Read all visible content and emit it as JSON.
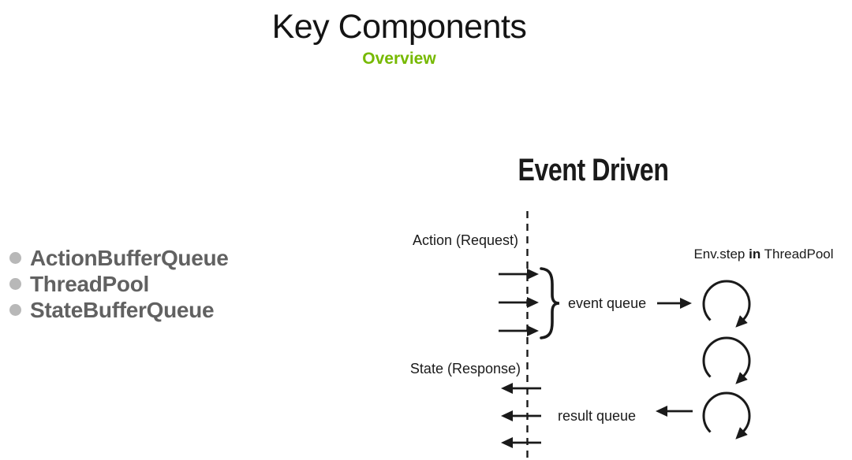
{
  "slide": {
    "title": "Key Components",
    "subtitle": "Overview",
    "accent_color": "#76b900",
    "text_gray": "#616161"
  },
  "bullets": [
    {
      "label": "ActionBufferQueue"
    },
    {
      "label": "ThreadPool"
    },
    {
      "label": "StateBufferQueue"
    }
  ],
  "diagram": {
    "title": "Event Driven",
    "title_color": "#5a5a5a",
    "ink_color": "#1a1a1a",
    "action_label": "Action (Request)",
    "state_label": "State (Response)",
    "event_queue_label": "event queue",
    "result_queue_label": "result queue",
    "env_step": {
      "prefix": "Env.step ",
      "bold": "in",
      "suffix": " ThreadPool"
    }
  }
}
